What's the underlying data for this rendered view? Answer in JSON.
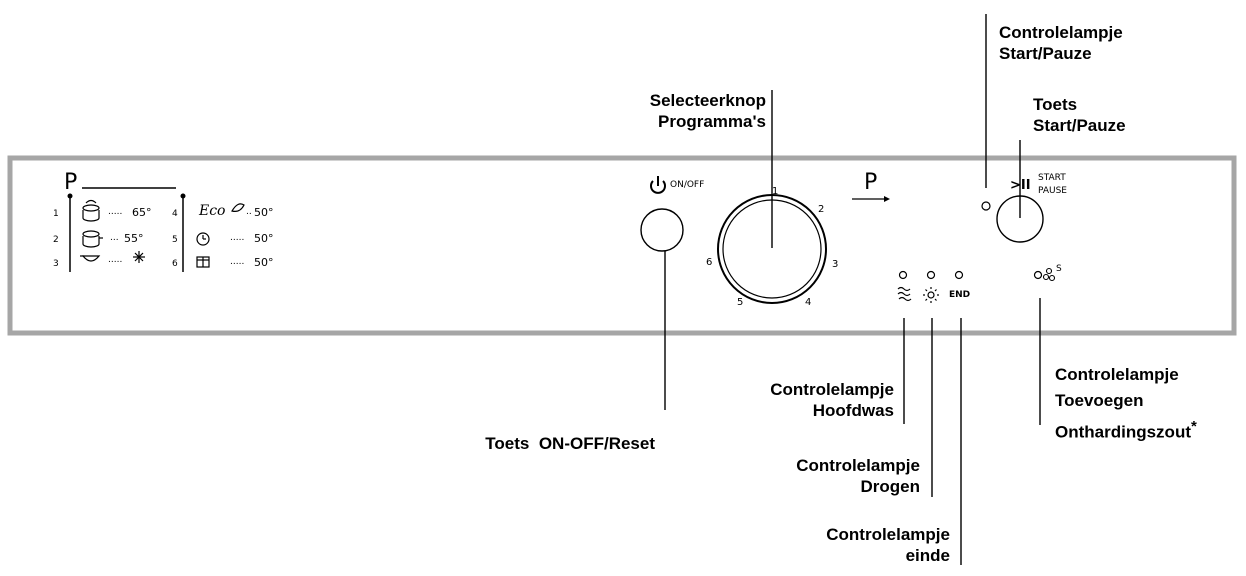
{
  "panel": {
    "program_header": "P",
    "programs": [
      {
        "num": "1",
        "temp": "65°",
        "icon": "intensive-pot-icon"
      },
      {
        "num": "2",
        "temp": "55°",
        "icon": "normal-pot-icon"
      },
      {
        "num": "3",
        "temp": "",
        "icon": "rinse-bowl-icon",
        "extra": "snowflake-icon"
      },
      {
        "num": "4",
        "temp": "50°",
        "icon": "eco-leaf-icon",
        "prefix": "Eco"
      },
      {
        "num": "5",
        "temp": "50°",
        "icon": "quick-clock-icon"
      },
      {
        "num": "6",
        "temp": "50°",
        "icon": "glass-icon"
      }
    ],
    "on_off_label": "ON/OFF",
    "dial_numbers": [
      "1",
      "2",
      "3",
      "4",
      "5",
      "6"
    ],
    "program_arrow_label": "P",
    "start_pause_symbol": ">II",
    "start_label": "START",
    "pause_label": "PAUSE",
    "end_label": "END",
    "salt_symbol_sup": "S"
  },
  "callouts": {
    "start_pause_light": [
      "Controlelampje",
      "Start/Pauze"
    ],
    "selector_knob": [
      "Selecteerknop",
      "Programma's"
    ],
    "start_pause_button": [
      "Toets",
      "Start/Pauze"
    ],
    "on_off_button": [
      "Toets  ON-OFF/Reset"
    ],
    "main_wash_light": [
      "Controlelampje",
      "Hoofdwas"
    ],
    "drying_light": [
      "Controlelampje",
      "Drogen"
    ],
    "end_light": [
      "Controlelampje",
      "einde"
    ],
    "salt_light": [
      "Controlelampje",
      "Toevoegen",
      "Onthardingszout"
    ],
    "salt_footnote_mark": "*"
  },
  "colors": {
    "panel_border": "#a6a6a6",
    "line": "#000000"
  }
}
